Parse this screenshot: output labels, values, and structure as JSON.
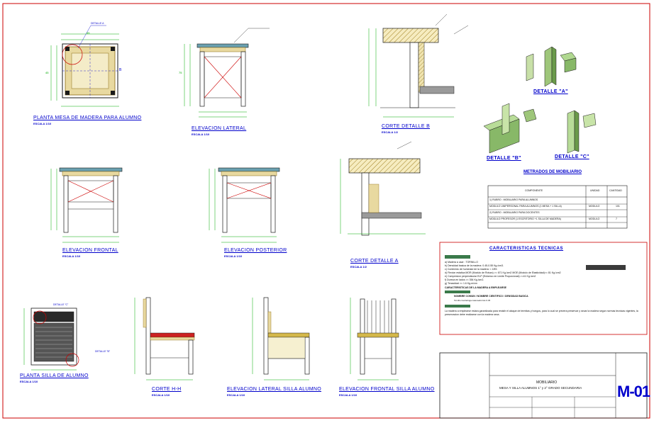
{
  "colors": {
    "border": "#cc0000",
    "title_blue": "#0000cc",
    "wood": "#8a6a10",
    "hatch": "#a08020",
    "dim": "#00aa00",
    "cross": "#cc0000",
    "dark": "#1a1a1a"
  },
  "views": {
    "plan_table": {
      "title": "PLANTA MESA DE MADERA PARA ALUMNO",
      "scale": "ESCALA 1/10"
    },
    "lateral": {
      "title": "ELEVACION LATERAL",
      "scale": "ESCALA 1/10"
    },
    "corte_b": {
      "title": "CORTE DETALLE B",
      "scale": "ESCALA 1/2"
    },
    "frontal": {
      "title": "ELEVACION FRONTAL",
      "scale": "ESCALA 1/10"
    },
    "posterior": {
      "title": "ELEVACION POSTERIOR",
      "scale": "ESCALA 1/10"
    },
    "corte_a": {
      "title": "CORTE DETALLE A",
      "scale": "ESCALA 1/2"
    },
    "plan_chair": {
      "title": "PLANTA SILLA DE ALUMNO",
      "scale": "ESCALA 1/10"
    },
    "corte_hh": {
      "title": "CORTE H-H",
      "scale": "ESCALA 1/10"
    },
    "lateral_chair": {
      "title": "ELEVACION LATERAL SILLA ALUMNO",
      "scale": "ESCALA 1/10"
    },
    "frontal_chair": {
      "title": "ELEVACION FRONTAL SILLA ALUMNO",
      "scale": "ESCALA 1/10"
    },
    "detalle_a": {
      "title": "DETALLE \"A\""
    },
    "detalle_b": {
      "title": "DETALLE \"B\""
    },
    "detalle_c": {
      "title": "DETALLE \"C\""
    }
  },
  "callouts": {
    "detalle_a": "DETALLE A",
    "detalle_c": "DETALLE \"C\"",
    "detalle_b": "DETALLE \"B\"",
    "marker_b": "B",
    "dim_a": "75",
    "dim_b": "55",
    "dim_c": "45"
  },
  "metrado": {
    "title": "METRADOS DE MOBILIARIO",
    "headers": [
      "COMPONENTE",
      "UNIDAD",
      "CANTIDAD"
    ],
    "rows": [
      {
        "component": "1) RUBRO : MOBILIARIO PARA ALUMNOS",
        "unit": "",
        "qty": ""
      },
      {
        "component": "MODULO UNIPERSONAL PARA ALUMNOS (1 MESA + 1 SILLA)",
        "unit": "MODULO",
        "qty": "101"
      },
      {
        "component": "2) RUBRO : MOBILIARIO PARA DOCENTES",
        "unit": "",
        "qty": ""
      },
      {
        "component": "MODULO PROFESOR (1 ESCRITORIO +1 SILLA DE MADERA)",
        "unit": "MODULO",
        "qty": "7"
      }
    ]
  },
  "specs": {
    "title": "CARACTERISTICAS TECNICAS",
    "lines": [
      "a) Madera a usar : TORNILLO",
      "b) Densidad basica de la madera: 0.45-0.55 Kg./cm3.",
      "c) Contenido de humedad de la madera: < 18%",
      "d) Flexion estatica MOR (Modulo de Rotura) >= 671 Kg./cm2 MOE (Modulo de Elasticidad)>= 81 Kg./cm2",
      "e) Compresion perpendicular ELP (Esfuerzo en Limite Proporcional) >=41 Kg./cm2",
      "f) Dureza en lados >= 354 Kg./cm2.",
      "g) Tenacidad >= 1.6 Kg-m/cm"
    ],
    "species_title": "CARACTERISTICAS DE LA MADERA A EMPLEARSE",
    "species": "NOMBRE COMUN  /  NOMBRE CIENTIFICO  /  DENSIDAD BASICA",
    "species_values": "Tornillo      Cedrelinga catenaeformis      0.45",
    "note": "La madera a emplearse estara garantizada para resistir el ataque de termitas y hongos, para lo cual se prevera preservar y secar la madera segun normas tecnicas vigentes, la preservacion debe realizarse con la madera seca."
  },
  "title_block": {
    "project_line1": "MOBILIARIO",
    "project_line2": "MESA Y SILLA ALUMNOS 1° y 2° GRADO SECUNDARIA",
    "sheet": "M-01"
  }
}
